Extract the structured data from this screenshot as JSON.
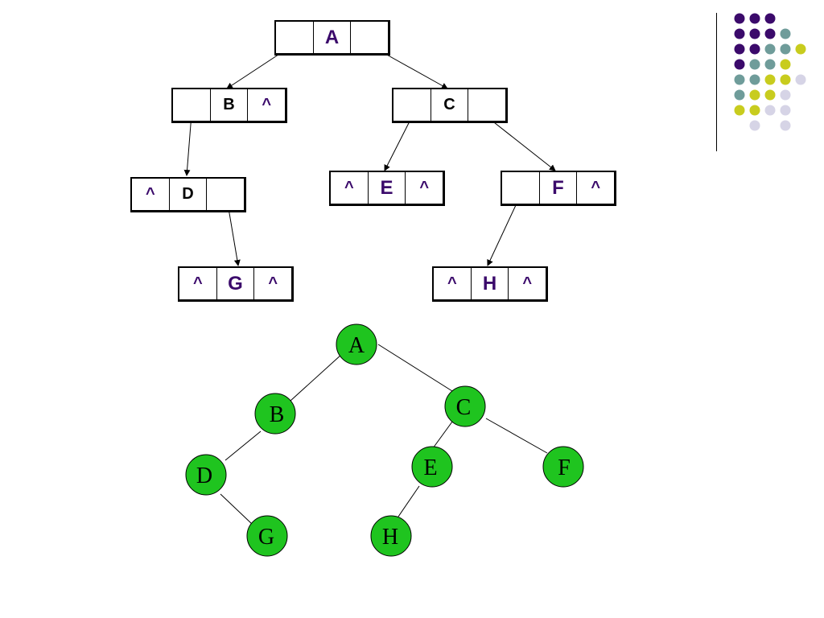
{
  "linked_nodes": {
    "A": {
      "left": "",
      "data": "A",
      "right": ""
    },
    "B": {
      "left": "",
      "data": "B",
      "right": "^"
    },
    "C": {
      "left": "",
      "data": "C",
      "right": ""
    },
    "D": {
      "left": "^",
      "data": "D",
      "right": ""
    },
    "E": {
      "left": "^",
      "data": "E",
      "right": "^"
    },
    "F": {
      "left": "",
      "data": "F",
      "right": "^"
    },
    "G": {
      "left": "^",
      "data": "G",
      "right": "^"
    },
    "H": {
      "left": "^",
      "data": "H",
      "right": "^"
    }
  },
  "tree_nodes": {
    "A": "A",
    "B": "B",
    "C": "C",
    "D": "D",
    "E": "E",
    "F": "F",
    "G": "G",
    "H": "H"
  },
  "colors": {
    "node_fill": "#1fc41f",
    "label_purple": "#3b0a6b",
    "dot_dark_purple": "#3b0a6b",
    "dot_teal": "#6f9c9a",
    "dot_yellow": "#c8cc1e",
    "dot_lavender": "#d6d4e6"
  }
}
